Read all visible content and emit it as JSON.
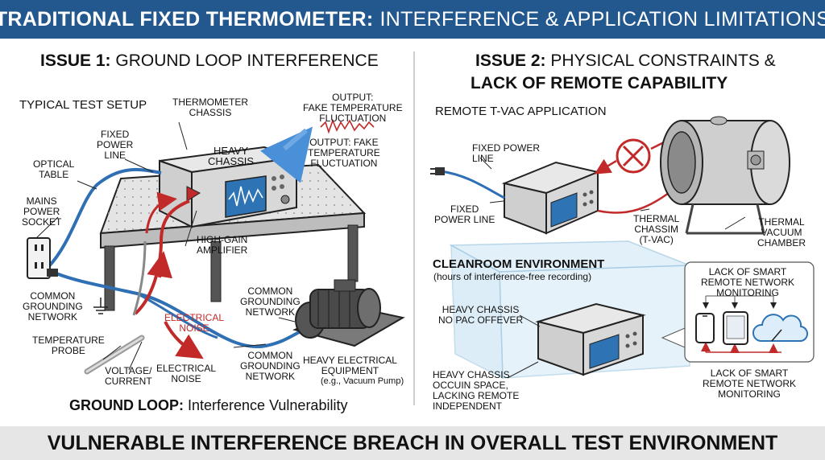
{
  "title": {
    "bold": "TRADITIONAL FIXED THERMOMETER:",
    "rest": "INTERFERENCE & APPLICATION LIMITATIONS"
  },
  "issue1": {
    "heading_bold": "ISSUE 1:",
    "heading_rest": "GROUND LOOP INTERFERENCE",
    "typical_setup": "TYPICAL TEST SETUP",
    "thermometer_chassis": "THERMOMETER\nCHASSIS",
    "output_top": "OUTPUT:\nFAKE TEMPERATURE\nFLUCTUATION",
    "output_bottom": "OUTPUT: FAKE\nTEMPERATURE\nFLUCTUATION",
    "fixed_power_line": "FIXED\nPOWER\nLINE",
    "heavy_chassis": "HEAVY\nCHASSIS",
    "optical_table": "OPTICAL\nTABLE",
    "mains_power_socket": "MAINS\nPOWER\nSOCKET",
    "high_gain_amplifier": "HIGH-GAIN\nAMPLIFIER",
    "common_grounding_network_left": "COMMON\nGROUNDING\nNETWORK",
    "common_grounding_network_right": "COMMON\nGROUNDING\nNETWORK",
    "common_grounding_network_bottom": "COMMON\nGROUNDING\nNETWORK",
    "electrical_noise_red": "ELECTRICAL\nNOISE",
    "electrical_noise_bottom": "ELECTRICAL\nNOISE",
    "temperature_probe": "TEMPERATURE\nPROBE",
    "voltage_current": "VOLTAGE/\nCURRENT",
    "heavy_equipment": "HEAVY ELECTRICAL\nEQUIPMENT",
    "heavy_equipment_sub": "(e.g., Vacuum Pump)",
    "ground_loop_bold": "GROUND LOOP:",
    "ground_loop_rest": "Interference Vulnerability"
  },
  "issue2": {
    "heading_line1_bold": "ISSUE 2:",
    "heading_line1_rest": "PHYSICAL CONSTRAINTS &",
    "heading_line2": "LACK OF REMOTE CAPABILITY",
    "remote_tvac": "REMOTE T-VAC APPLICATION",
    "fixed_power_line_top": "FIXED POWER\nLINE",
    "fixed_power_line_bottom": "FIXED\nPOWER LINE",
    "thermal_chassim": "THERMAL\nCHASSIM\n(T-VAC)",
    "thermal_vacuum_chamber": "THERMAL\nVACUUM\nCHAMBER",
    "cleanroom": "CLEANROOM ENVIRONMENT",
    "cleanroom_sub": "(hours of interference-free recording)",
    "heavy_chassis_pac": "HEAVY CHASSIS\nNO PAC OFFEVER",
    "heavy_chassis_space": "HEAVY CHASSIS\nOCCUIN SPACE,\nLACKING REMOTE\nINDEPENDENT",
    "lack_smart_top": "LACK OF SMART\nREMOTE NETWORK\nMONITORING",
    "lack_smart_bottom": "LACK OF SMART\nREMOTE NETWORK\nMONITORING"
  },
  "footer": "VULNERABLE INTERFERENCE BREACH IN OVERALL TEST ENVIRONMENT",
  "colors": {
    "banner": "#23588f",
    "cable_blue": "#2f6fb3",
    "noise_red": "#c22a2a",
    "screen_blue": "#2e74b5",
    "footer_bg": "#e6e6e6"
  },
  "icons": [
    "power-plug-icon",
    "wall-socket-icon",
    "ground-symbol-icon",
    "waveform-icon",
    "no-entry-icon",
    "smartphone-icon",
    "tablet-icon",
    "cloud-icon"
  ]
}
